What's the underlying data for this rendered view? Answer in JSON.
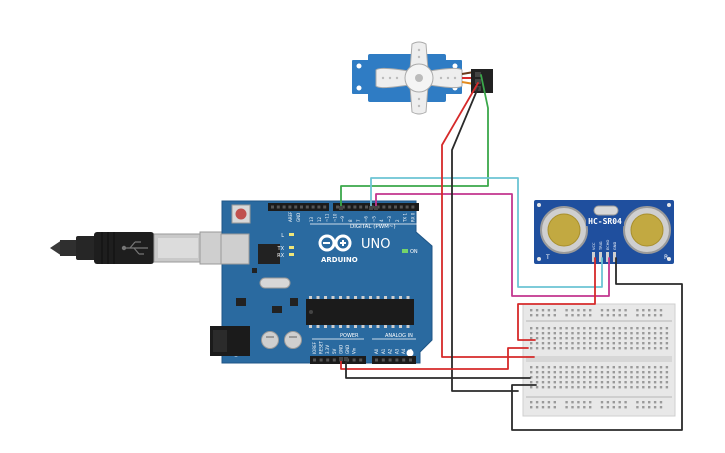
{
  "arduino": {
    "brand": "ARDUINO",
    "model": "UNO",
    "digital_label": "DIGITAL (PWM~)",
    "power_label": "POWER",
    "analog_label": "ANALOG IN",
    "on_label": "ON",
    "led_l": "L",
    "led_tx": "TX",
    "led_rx": "RX",
    "aref": "AREF",
    "gnd": "GND",
    "digital_pins": [
      "13",
      "12",
      "~11",
      "~10",
      "~9",
      "8",
      "7",
      "~6",
      "~5",
      "4",
      "~3",
      "2",
      "TX 1",
      "RX 0"
    ],
    "power_pins": [
      "IOREF",
      "RESET",
      "3.3V",
      "5V",
      "GND",
      "GND",
      "Vin"
    ],
    "analog_pins": [
      "A0",
      "A1",
      "A2",
      "A3",
      "A4",
      "A5"
    ]
  },
  "sensor": {
    "model": "HC-SR04",
    "label_t": "T",
    "label_r": "R",
    "pins": [
      "VCC",
      "TRIG",
      "ECHO",
      "GND"
    ]
  },
  "colors": {
    "board": "#2a6aa0",
    "wire_red": "#d62a2a",
    "wire_black": "#2a2a2a",
    "wire_green": "#3aa84a",
    "wire_cyan": "#6cc4d4",
    "wire_magenta": "#c2368f",
    "servo_blue": "#2f7cc4",
    "sensor_blue": "#1f4f9e"
  }
}
